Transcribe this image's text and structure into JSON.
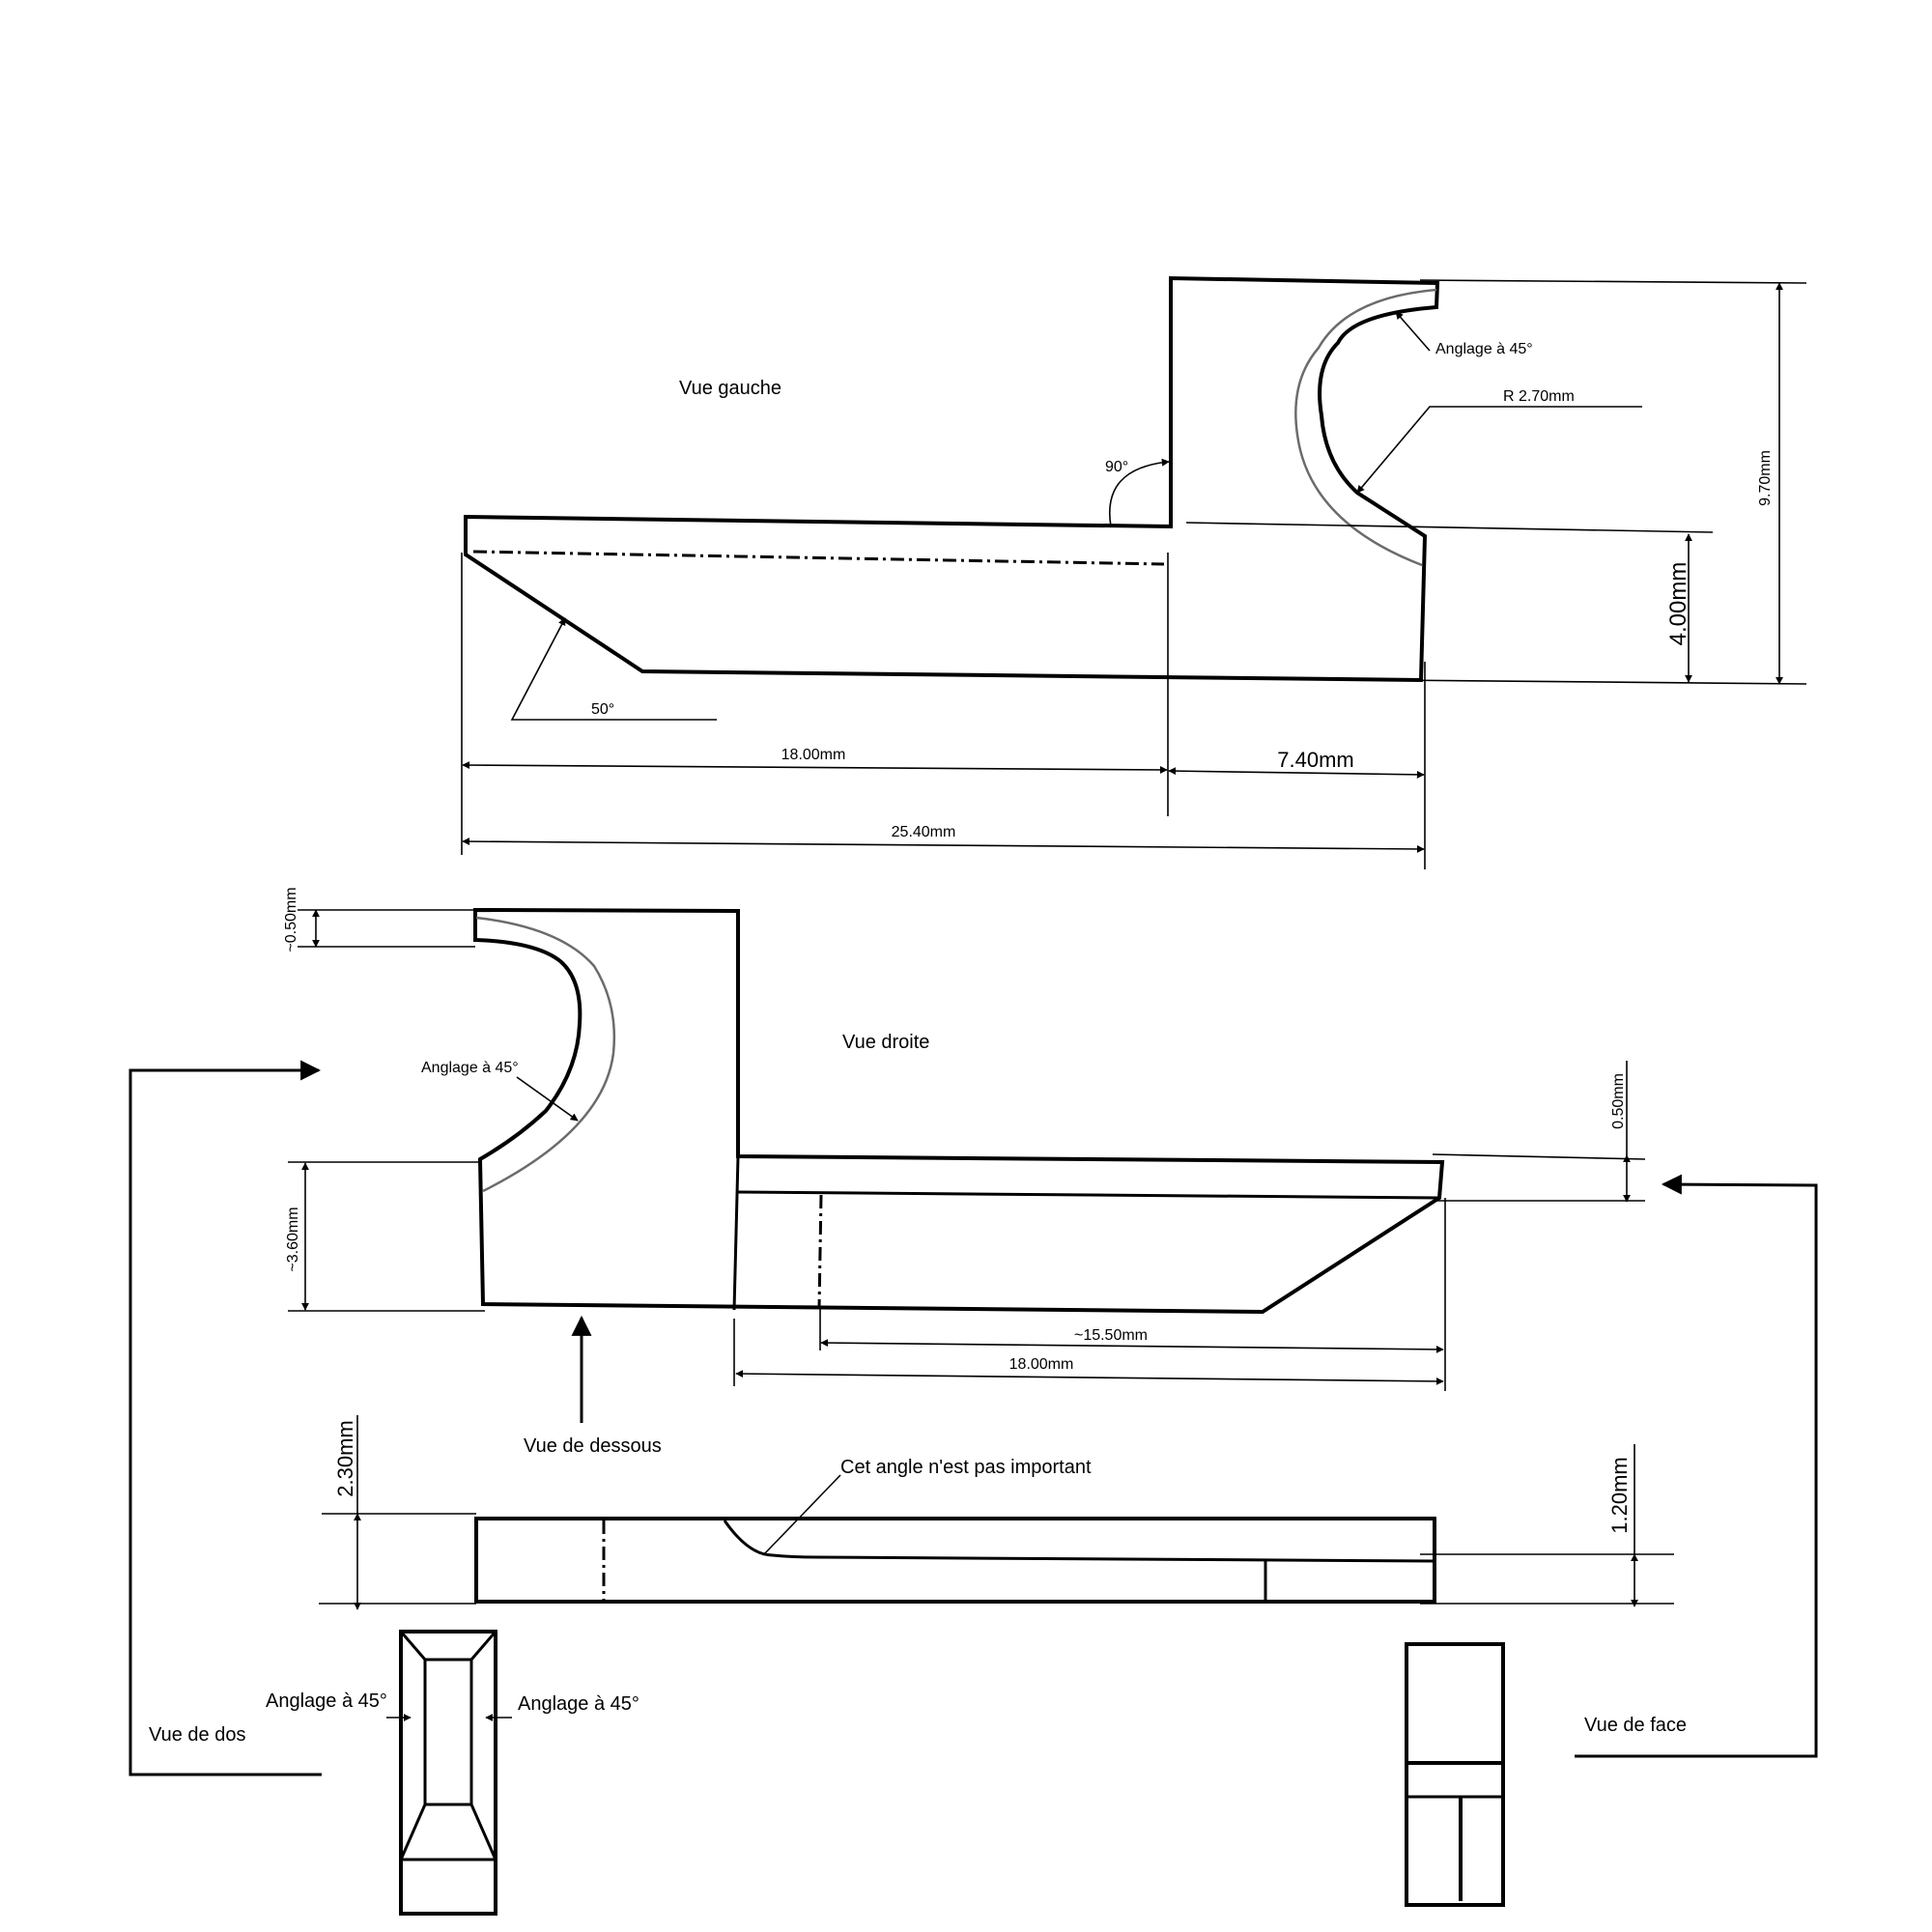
{
  "views": {
    "left": "Vue gauche",
    "right": "Vue droite",
    "bottom": "Vue de dessous",
    "back": "Vue de dos",
    "front": "Vue de face"
  },
  "annotations": {
    "chamfer_45": "Anglage à 45°",
    "angle_not_important": "Cet angle n'est pas important"
  },
  "dimensions": {
    "radius": "R 2.70mm",
    "angle_90": "90°",
    "angle_50": "50°",
    "height_total": "9.70mm",
    "height_4": "4.00mm",
    "len_18": "18.00mm",
    "len_7_40": "7.40mm",
    "len_25_40": "25.40mm",
    "approx_0_50": "~0.50mm",
    "approx_3_60": "~3.60mm",
    "exact_0_50": "0.50mm",
    "approx_15_50": "~15.50mm",
    "len_18_right": "18.00mm",
    "height_2_30": "2.30mm",
    "height_1_20": "1.20mm"
  }
}
